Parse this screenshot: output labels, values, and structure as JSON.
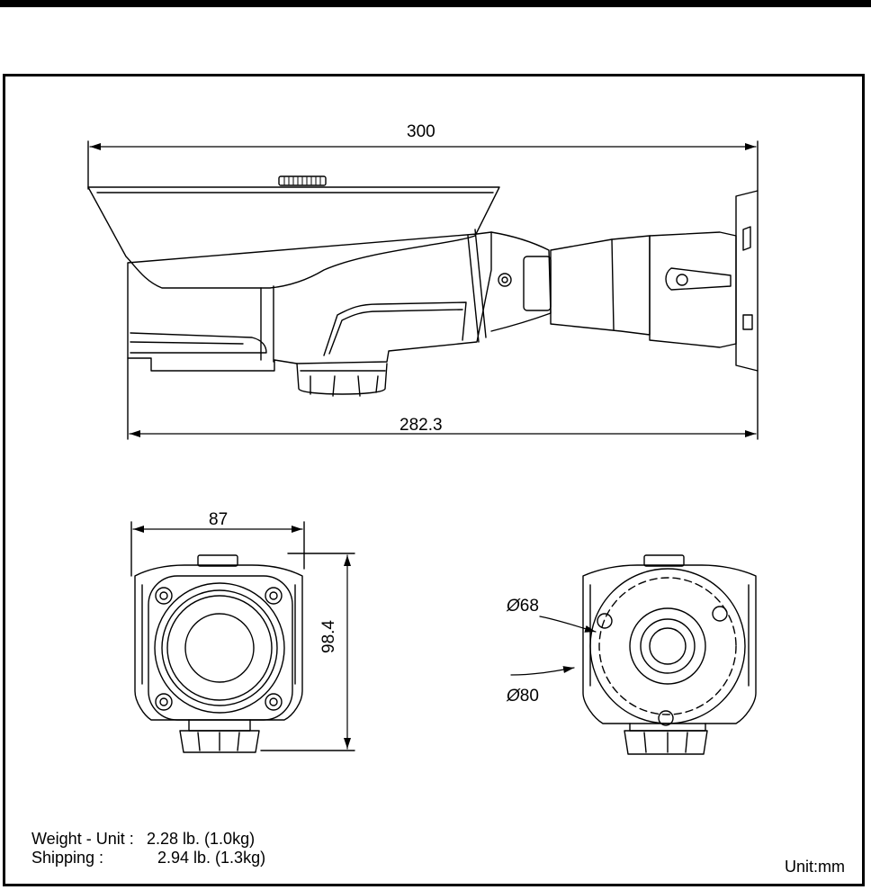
{
  "dimensions": {
    "overall_length": "300",
    "body_length": "282.3",
    "front_width": "87",
    "front_height": "98.4",
    "inner_diameter": "68",
    "outer_diameter": "80",
    "diameter_symbol": "Ø"
  },
  "specs": {
    "weight_label": "Weight - Unit :",
    "weight_value": "2.28 lb. (1.0kg)",
    "shipping_label": "Shipping :",
    "shipping_value": "2.94 lb. (1.3kg)"
  },
  "unit_note": "Unit:mm",
  "colors": {
    "line": "#000000",
    "background": "#ffffff"
  }
}
